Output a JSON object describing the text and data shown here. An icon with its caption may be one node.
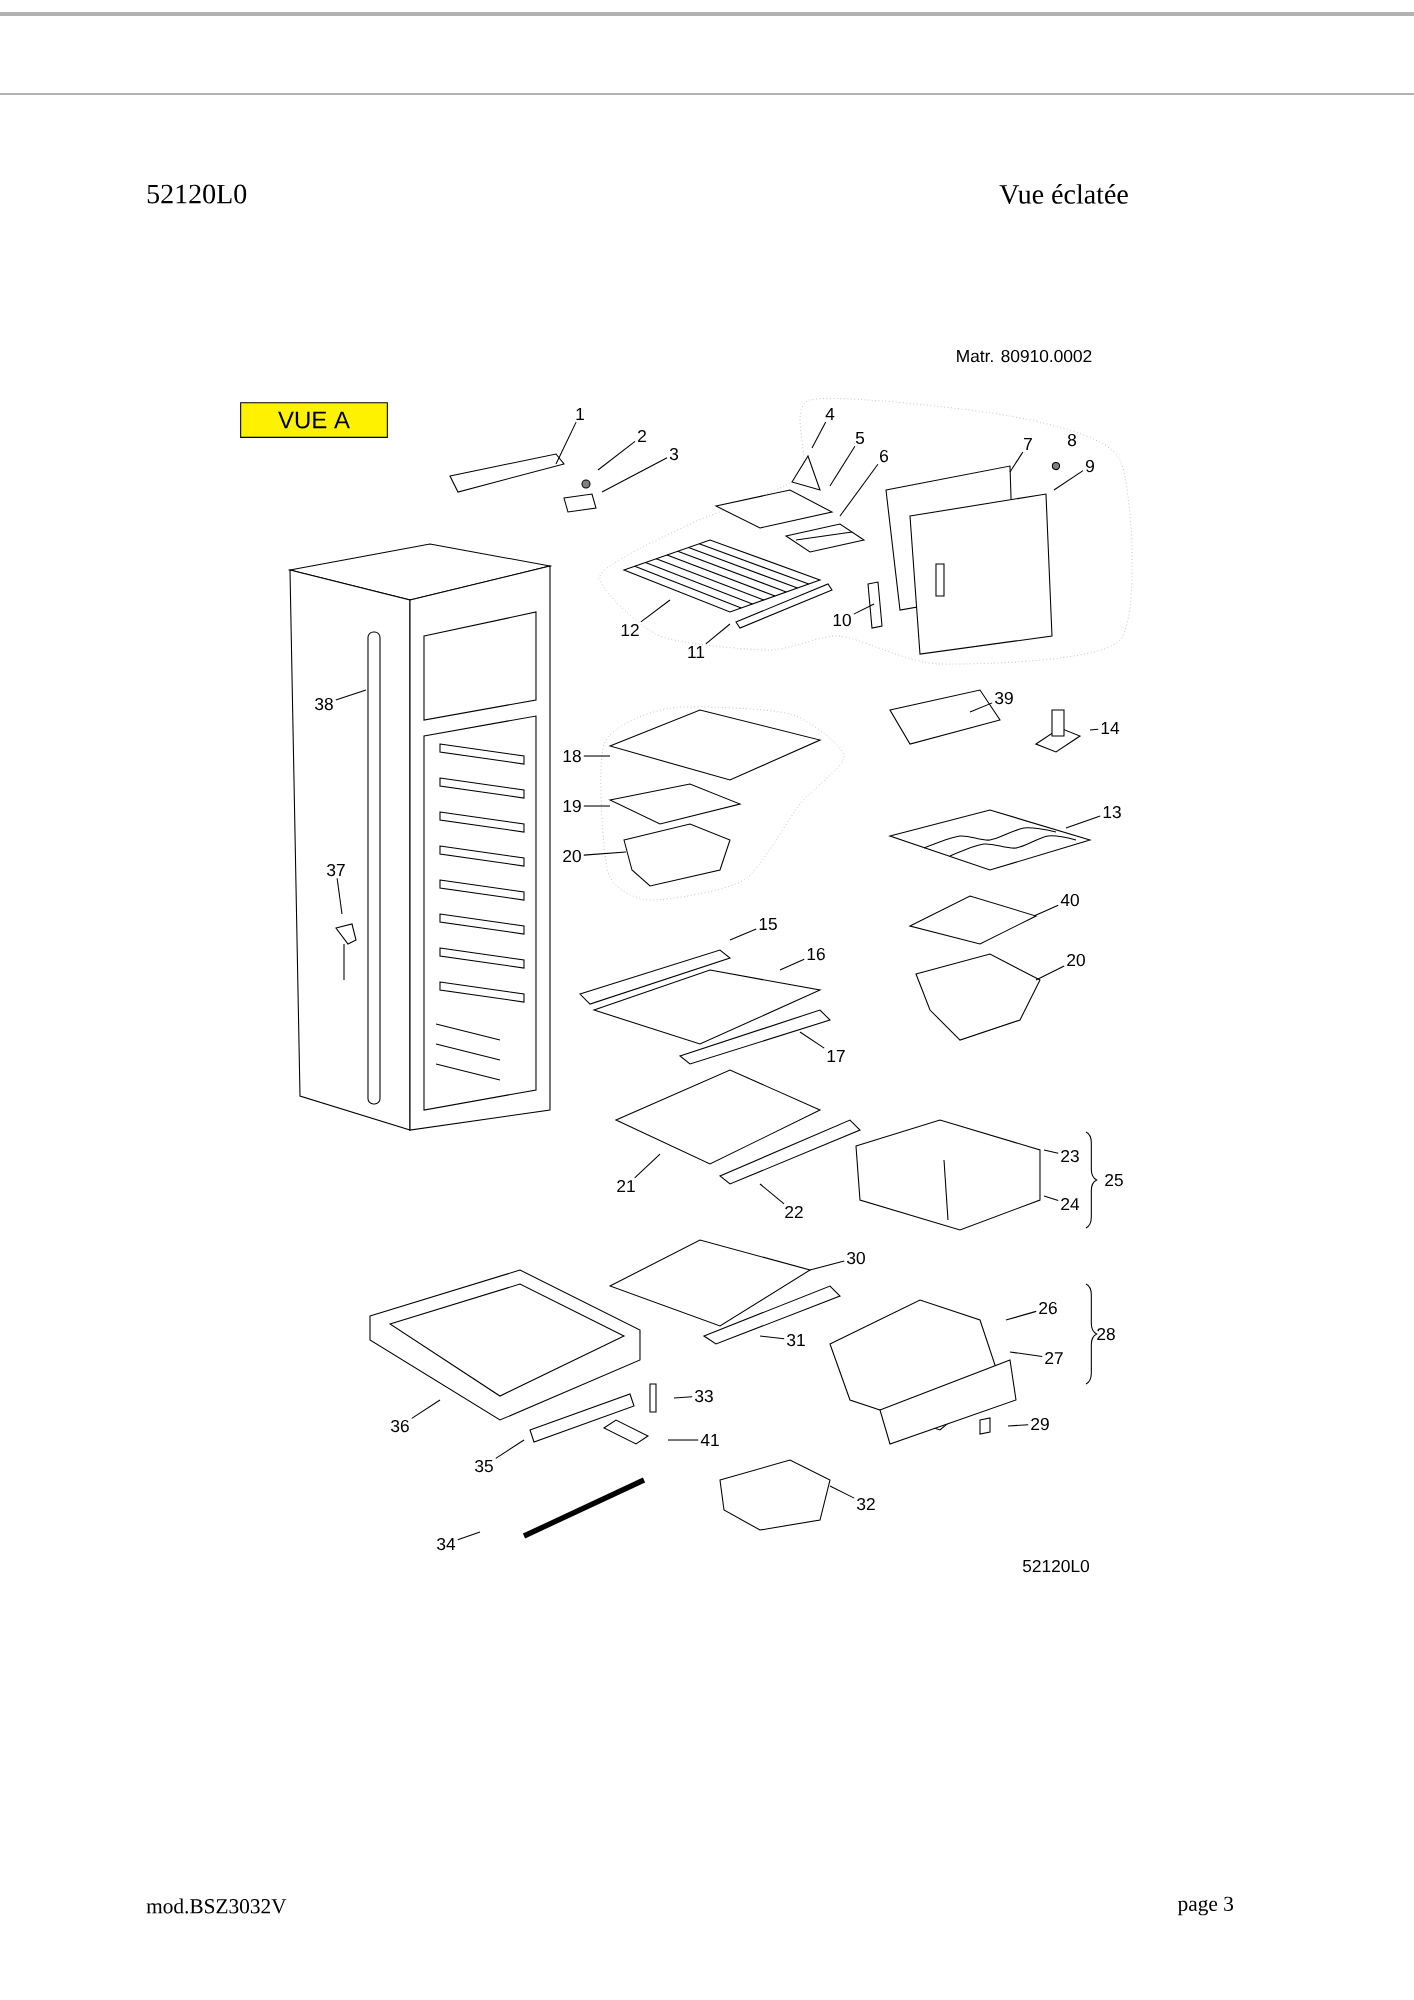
{
  "diagram": {
    "title": "Vue éclatée",
    "nodes": [
      {
        "text": [
          "VUE A"
        ]
      },
      {
        "text": [
          "1"
        ]
      },
      {
        "text": [
          "2"
        ]
      },
      {
        "text": [
          "3"
        ]
      },
      {
        "text": [
          "4"
        ]
      },
      {
        "text": [
          "5"
        ]
      },
      {
        "text": [
          "6"
        ]
      },
      {
        "text": [
          "7"
        ]
      },
      {
        "text": [
          "9"
        ]
      },
      {
        "text": [
          "10"
        ]
      },
      {
        "text": [
          "11"
        ]
      },
      {
        "text": [
          "12"
        ]
      },
      {
        "text": [
          "38"
        ]
      },
      {
        "text": [
          "39"
        ]
      },
      {
        "text": [
          "14"
        ]
      },
      {
        "text": [
          "18"
        ]
      },
      {
        "text": [
          "19"
        ]
      },
      {
        "text": [
          "20"
        ]
      },
      {
        "text": [
          "13"
        ]
      },
      {
        "text": [
          "37"
        ]
      },
      {
        "text": [
          "40"
        ]
      },
      {
        "text": [
          "20"
        ]
      },
      {
        "text": [
          "15"
        ]
      },
      {
        "text": [
          "16"
        ]
      },
      {
        "text": [
          "17"
        ]
      },
      {
        "text": [
          "21"
        ]
      },
      {
        "text": [
          "22"
        ]
      },
      {
        "text": [
          "23"
        ]
      },
      {
        "text": [
          "24"
        ]
      },
      {
        "text": [
          "30"
        ]
      },
      {
        "text": [
          "31"
        ]
      },
      {
        "text": [
          "26"
        ]
      },
      {
        "text": [
          "27"
        ]
      },
      {
        "text": [
          "33"
        ]
      },
      {
        "text": [
          "36"
        ]
      },
      {
        "text": [
          "41"
        ]
      },
      {
        "text": [
          "29"
        ]
      },
      {
        "text": [
          "35"
        ]
      },
      {
        "text": [
          "32"
        ]
      },
      {
        "text": [
          "34"
        ]
      }
    ],
    "edges": [
      {
        "from": 1,
        "to": null,
        "arrow": "none"
      },
      {
        "from": 2,
        "to": null,
        "arrow": "none"
      },
      {
        "from": 3,
        "to": null,
        "arrow": "none"
      },
      {
        "from": 4,
        "to": null,
        "arrow": "none"
      },
      {
        "from": 5,
        "to": null,
        "arrow": "none"
      },
      {
        "from": 6,
        "to": null,
        "arrow": "none"
      },
      {
        "from": 7,
        "to": null,
        "arrow": "none"
      },
      {
        "from": 8,
        "to": null,
        "arrow": "none"
      },
      {
        "from": 9,
        "to": null,
        "arrow": "none"
      },
      {
        "from": 10,
        "to": null,
        "arrow": "none"
      },
      {
        "from": 11,
        "to": null,
        "arrow": "none"
      },
      {
        "from": 12,
        "to": null,
        "arrow": "none"
      },
      {
        "from": 13,
        "to": null,
        "arrow": "none"
      },
      {
        "from": 14,
        "to": null,
        "arrow": "none"
      },
      {
        "from": 15,
        "to": null,
        "arrow": "none"
      },
      {
        "from": 16,
        "to": null,
        "arrow": "none"
      },
      {
        "from": 17,
        "to": null,
        "arrow": "none"
      },
      {
        "from": 18,
        "to": null,
        "arrow": "none"
      },
      {
        "from": 19,
        "to": null,
        "arrow": "none"
      },
      {
        "from": 20,
        "to": null,
        "arrow": "none"
      },
      {
        "from": 21,
        "to": null,
        "arrow": "none"
      },
      {
        "from": 22,
        "to": null,
        "arrow": "none"
      },
      {
        "from": 23,
        "to": null,
        "arrow": "none"
      },
      {
        "from": 24,
        "to": null,
        "arrow": "none"
      },
      {
        "from": 25,
        "to": null,
        "arrow": "none"
      },
      {
        "from": 26,
        "to": null,
        "arrow": "none"
      },
      {
        "from": 27,
        "to": null,
        "arrow": "none"
      },
      {
        "from": 28,
        "to": null,
        "arrow": "none"
      },
      {
        "from": 29,
        "to": null,
        "arrow": "none"
      },
      {
        "from": 30,
        "to": null,
        "arrow": "none"
      },
      {
        "from": 31,
        "to": null,
        "arrow": "none"
      },
      {
        "from": 32,
        "to": null,
        "arrow": "none"
      },
      {
        "from": 33,
        "to": null,
        "arrow": "none"
      },
      {
        "from": 34,
        "to": null,
        "arrow": "none"
      },
      {
        "from": 35,
        "to": null,
        "arrow": "none"
      },
      {
        "from": 36,
        "to": null,
        "arrow": "none"
      },
      {
        "from": 37,
        "to": null,
        "arrow": "none"
      },
      {
        "from": 38,
        "to": null,
        "arrow": "none"
      },
      {
        "from": 39,
        "to": null,
        "arrow": "none"
      }
    ],
    "labels": [
      "52120L0",
      "Matr. 80910.0002",
      "8",
      "25",
      "28",
      "52120L0",
      "mod.BSZ3032V",
      "page 3"
    ]
  }
}
